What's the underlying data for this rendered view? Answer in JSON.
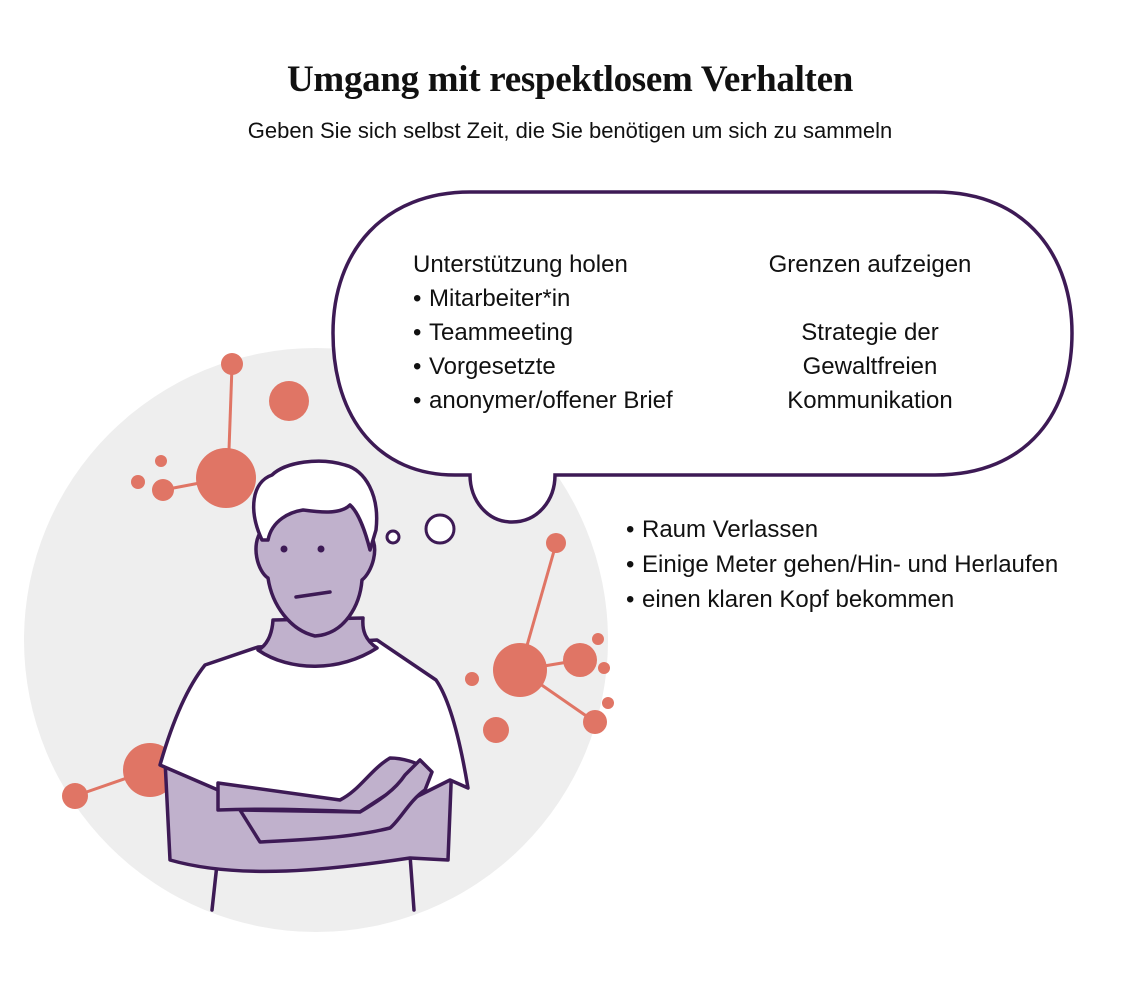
{
  "header": {
    "title": "Umgang mit respektlosem Verhalten",
    "subtitle": "Geben Sie sich selbst Zeit, die Sie benötigen um sich zu sammeln"
  },
  "thought_bubble": {
    "left_column": {
      "heading": "Unterstützung holen",
      "items": [
        "Mitarbeiter*in",
        "Teammeeting",
        "Vorgesetzte",
        "anonymer/offener Brief"
      ]
    },
    "right_column": {
      "heading": "Grenzen aufzeigen",
      "lines": [
        "Strategie der",
        "Gewaltfreien",
        "Kommunikation"
      ]
    }
  },
  "side_list": {
    "items": [
      "Raum Verlassen",
      "Einige Meter gehen/Hin- und Herlaufen",
      "einen klaren Kopf bekommen"
    ]
  },
  "bullet": "•",
  "colors": {
    "outline": "#3d1a55",
    "skin": "#c0b1cc",
    "molecule": "#e07565",
    "background_circle": "#eeeeee"
  }
}
